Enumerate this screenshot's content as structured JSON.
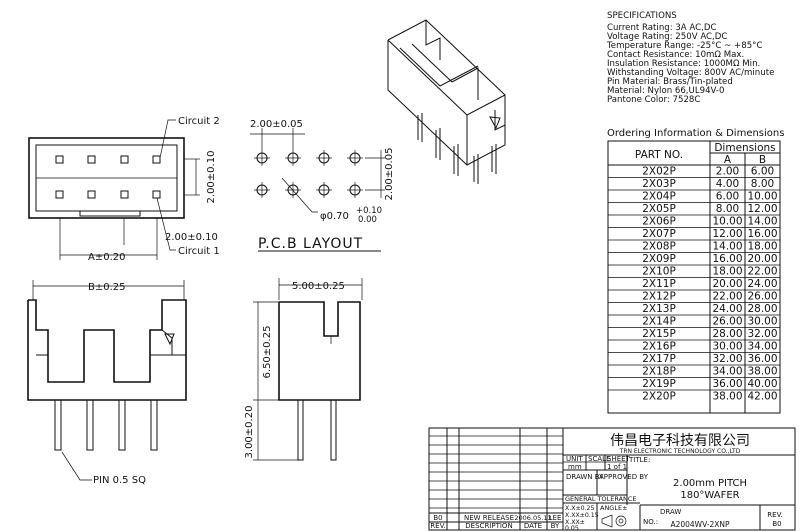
{
  "specifications": {
    "title": "SPECIFICATIONS",
    "lines": [
      "Current Rating: 3A AC,DC",
      "Voltage Rating: 250V AC,DC",
      "Temperature Range: -25°C ~ +85°C",
      "Contact Resistance: 10mΩ Max.",
      "Insulation Resistance: 1000MΩ Min.",
      "Withstanding Voltage: 800V AC/minute",
      "Pin Material: Brass/Tin-plated",
      "Material: Nylon 66,UL94V-0",
      "Pantone Color: 7528C"
    ]
  },
  "ordering": {
    "title": "Ordering Information & Dimensions",
    "col_part": "PART NO.",
    "col_dims": "Dimensions",
    "col_a": "A",
    "col_b": "B",
    "rows": [
      {
        "part": "2X02P",
        "a": "2.00",
        "b": "6.00"
      },
      {
        "part": "2X03P",
        "a": "4.00",
        "b": "8.00"
      },
      {
        "part": "2X04P",
        "a": "6.00",
        "b": "10.00"
      },
      {
        "part": "2X05P",
        "a": "8.00",
        "b": "12.00"
      },
      {
        "part": "2X06P",
        "a": "10.00",
        "b": "14.00"
      },
      {
        "part": "2X07P",
        "a": "12.00",
        "b": "16.00"
      },
      {
        "part": "2X08P",
        "a": "14.00",
        "b": "18.00"
      },
      {
        "part": "2X09P",
        "a": "16.00",
        "b": "20.00"
      },
      {
        "part": "2X10P",
        "a": "18.00",
        "b": "22.00"
      },
      {
        "part": "2X11P",
        "a": "20.00",
        "b": "24.00"
      },
      {
        "part": "2X12P",
        "a": "22.00",
        "b": "26.00"
      },
      {
        "part": "2X13P",
        "a": "24.00",
        "b": "28.00"
      },
      {
        "part": "2X14P",
        "a": "26.00",
        "b": "30.00"
      },
      {
        "part": "2X15P",
        "a": "28.00",
        "b": "32.00"
      },
      {
        "part": "2X16P",
        "a": "30.00",
        "b": "34.00"
      },
      {
        "part": "2X17P",
        "a": "32.00",
        "b": "36.00"
      },
      {
        "part": "2X18P",
        "a": "34.00",
        "b": "38.00"
      },
      {
        "part": "2X19P",
        "a": "36.00",
        "b": "40.00"
      },
      {
        "part": "2X20P",
        "a": "38.00",
        "b": "42.00"
      }
    ]
  },
  "top_view": {
    "circuit2": "Circuit 2",
    "circuit1": "Circuit 1",
    "dim_height": "2.00±0.10",
    "dim_pitch": "2.00±0.10",
    "dim_a": "A±0.20",
    "dim_b": "B±0.25"
  },
  "pcb": {
    "title": "P.C.B  LAYOUT",
    "dim_pitch_h": "2.00±0.05",
    "dim_pitch_v": "2.00±0.05",
    "hole": "φ0.70",
    "hole_tol_plus": "+0.10",
    "hole_tol_minus": "0.00"
  },
  "front_view": {
    "pin": "PIN 0.5 SQ"
  },
  "side_view": {
    "dim_width": "5.00±0.25",
    "dim_body": "6.50±0.25",
    "dim_tail": "3.00±0.20"
  },
  "title_block": {
    "company_cn": "伟昌电子科技有限公司",
    "company_en": "TRN ELECTRONIC TECHNOLOGY CO.,LTD",
    "unit_label": "UNIT",
    "unit_value": "mm",
    "scale_label": "SCALE",
    "sheet_label": "SHEET",
    "sheet_value": "1 of 1",
    "title_label": "TITLE:",
    "drawn_by": "DRAWN BY",
    "approved_by": "APPROVED BY",
    "title_line1": "2.00mm  PITCH",
    "title_line2": "180°WAFER",
    "general_tolerance": "GENERAL TOLERANCE",
    "tol1": "X.X±0.25",
    "tol2": "X.XX±0.15",
    "tol3": "X.XX±",
    "tol4": "0.05",
    "angle": "ANGLE±",
    "draw_label": "DRAW",
    "no_label": "NO.:",
    "drawing_no": "A2004WV-2XNP",
    "rev_label": "REV.",
    "rev_value": "B0",
    "row_rev": "B0",
    "row_desc": "NEW RELEASE",
    "row_date": "2006.05.13",
    "row_by": "LEE",
    "hdr_rev": "REV.",
    "hdr_desc": "DESCRIPTION",
    "hdr_date": "DATE",
    "hdr_by": "BY"
  }
}
